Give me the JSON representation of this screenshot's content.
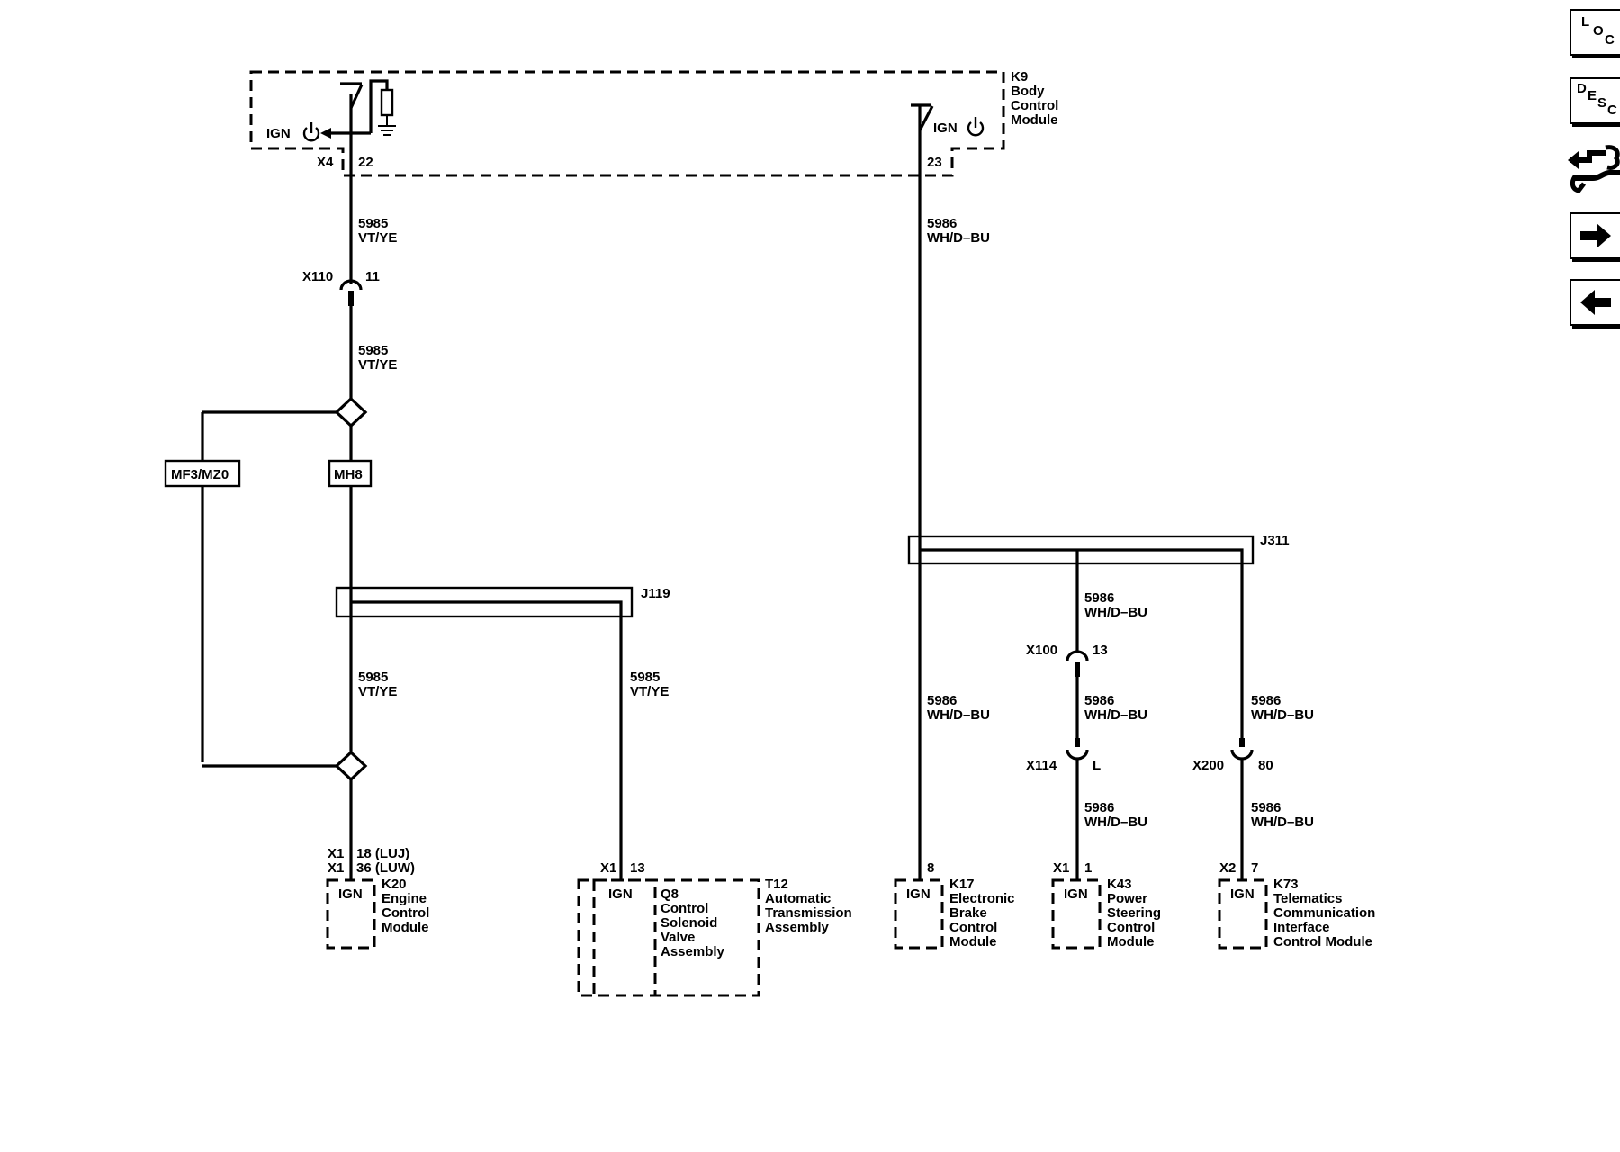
{
  "modules": {
    "bcm": {
      "ref": "K9",
      "l1": "Body",
      "l2": "Control",
      "l3": "Module"
    },
    "ecm": {
      "ref": "K20",
      "l1": "Engine",
      "l2": "Control",
      "l3": "Module"
    },
    "tcm_valve": {
      "ref": "Q8",
      "l1": "Control",
      "l2": "Solenoid",
      "l3": "Valve",
      "l4": "Assembly"
    },
    "trans": {
      "ref": "T12",
      "l1": "Automatic",
      "l2": "Transmission",
      "l3": "Assembly"
    },
    "ebcm": {
      "ref": "K17",
      "l1": "Electronic",
      "l2": "Brake",
      "l3": "Control",
      "l4": "Module"
    },
    "pscm": {
      "ref": "K43",
      "l1": "Power",
      "l2": "Steering",
      "l3": "Control",
      "l4": "Module"
    },
    "tcicm": {
      "ref": "K73",
      "l1": "Telematics",
      "l2": "Communication",
      "l3": "Interface",
      "l4": "Control Module"
    }
  },
  "ign": "IGN",
  "wires": {
    "vt_circuit": "5985",
    "vt_color": "VT/YE",
    "wh_circuit": "5986",
    "wh_color": "WH/D–BU"
  },
  "connectors": {
    "x4": "X4",
    "x4_pin": "22",
    "k9_pin23": "23",
    "x110": "X110",
    "x110_pin": "11",
    "x100": "X100",
    "x100_pin": "13",
    "x114": "X114",
    "x114_pin": "L",
    "x200": "X200",
    "x200_pin": "80",
    "ecm_x1a": "X1",
    "ecm_pin_a": "18 (LUJ)",
    "ecm_x1b": "X1",
    "ecm_pin_b": "36 (LUW)",
    "tcm_x1": "X1",
    "tcm_pin": "13",
    "ebcm_pin": "8",
    "pscm_x1": "X1",
    "pscm_pin": "1",
    "tcicm_x2": "X2",
    "tcicm_pin": "7"
  },
  "splices": {
    "j119": "J119",
    "j311": "J311"
  },
  "options": {
    "mf3": "MF3/MZ0",
    "mh8": "MH8"
  },
  "nav": {
    "loc": {
      "l1": "L",
      "l2": "O",
      "l3": "C"
    },
    "desc": {
      "l1": "D",
      "l2": "E",
      "l3": "S",
      "l4": "C"
    }
  }
}
